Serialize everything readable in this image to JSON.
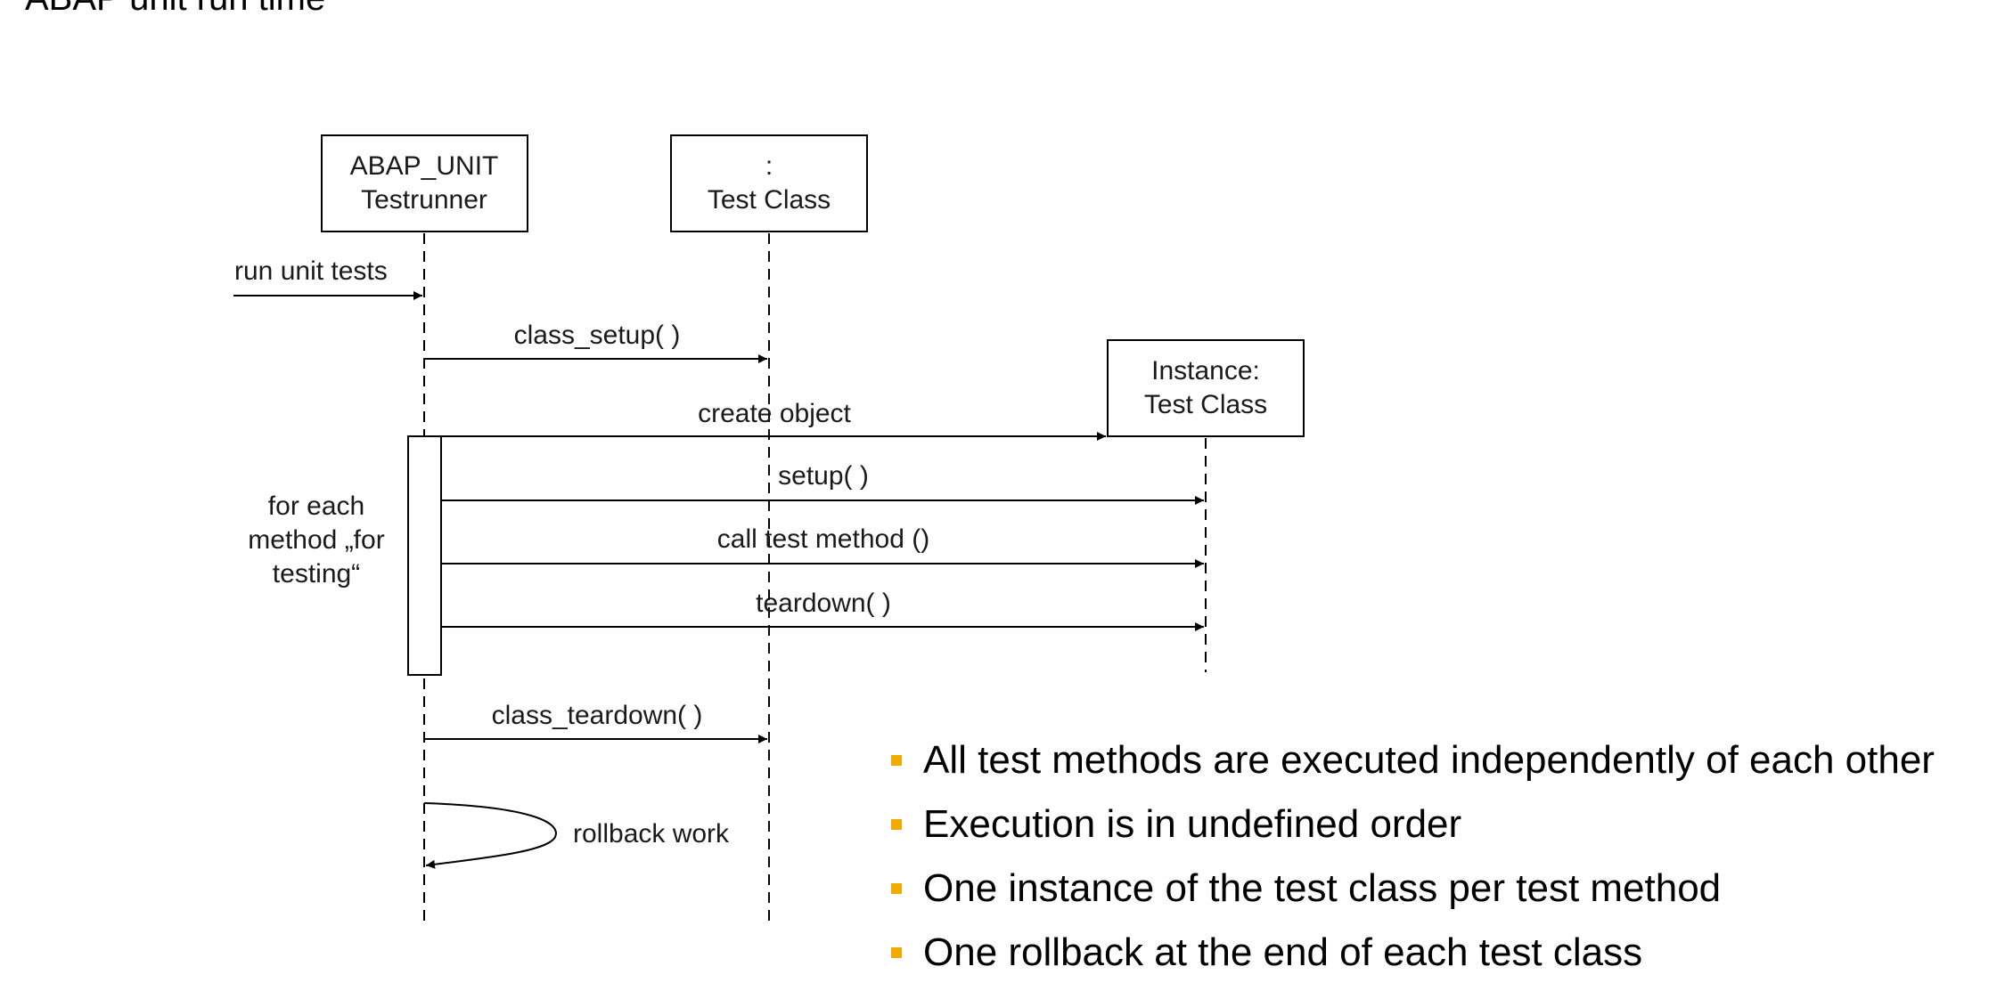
{
  "title": "ABAP unit run time",
  "diagram": {
    "lifelines": {
      "testrunner": {
        "line1": "ABAP_UNIT",
        "line2": "Testrunner"
      },
      "test_class": {
        "line1": ":",
        "line2": "Test Class"
      },
      "instance": {
        "line1": "Instance:",
        "line2": "Test Class"
      }
    },
    "messages": {
      "run_unit_tests": "run unit tests",
      "class_setup": "class_setup( )",
      "create_object": "create object",
      "setup": "setup( )",
      "call_test_method": "call test method ()",
      "teardown": "teardown( )",
      "class_teardown": "class_teardown( )",
      "rollback_work": "rollback work"
    },
    "loop_note": {
      "line1": "for each",
      "line2": "method „for",
      "line3": "testing“"
    }
  },
  "bullets": [
    "All test methods are executed independently of each other",
    "Execution is in undefined order",
    "One instance of the test class per test method",
    "One rollback at the end of each test class"
  ],
  "colors": {
    "bullet": "#f0ab00",
    "line": "#000000"
  }
}
